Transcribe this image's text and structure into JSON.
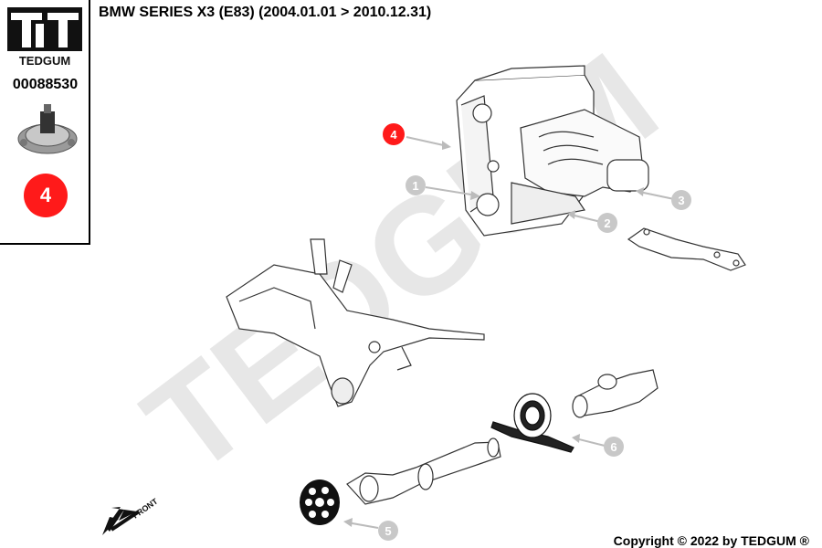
{
  "header": {
    "title": "BMW SERIES X3 (E83)  (2004.01.01 > 2010.12.31)"
  },
  "sidebar": {
    "brand": "TEDGUM",
    "part_number": "00088530",
    "ref_number": "4",
    "ref_color": "#ff1a1a"
  },
  "diagram": {
    "watermark": "TEDGUM",
    "front_label": "FRONT",
    "callouts": [
      {
        "label": "4",
        "highlight": true
      },
      {
        "label": "1",
        "highlight": false
      },
      {
        "label": "2",
        "highlight": false
      },
      {
        "label": "3",
        "highlight": false
      },
      {
        "label": "5",
        "highlight": false
      },
      {
        "label": "6",
        "highlight": false
      }
    ]
  },
  "footer": {
    "copyright": "Copyright © 2022 by TEDGUM ®"
  }
}
